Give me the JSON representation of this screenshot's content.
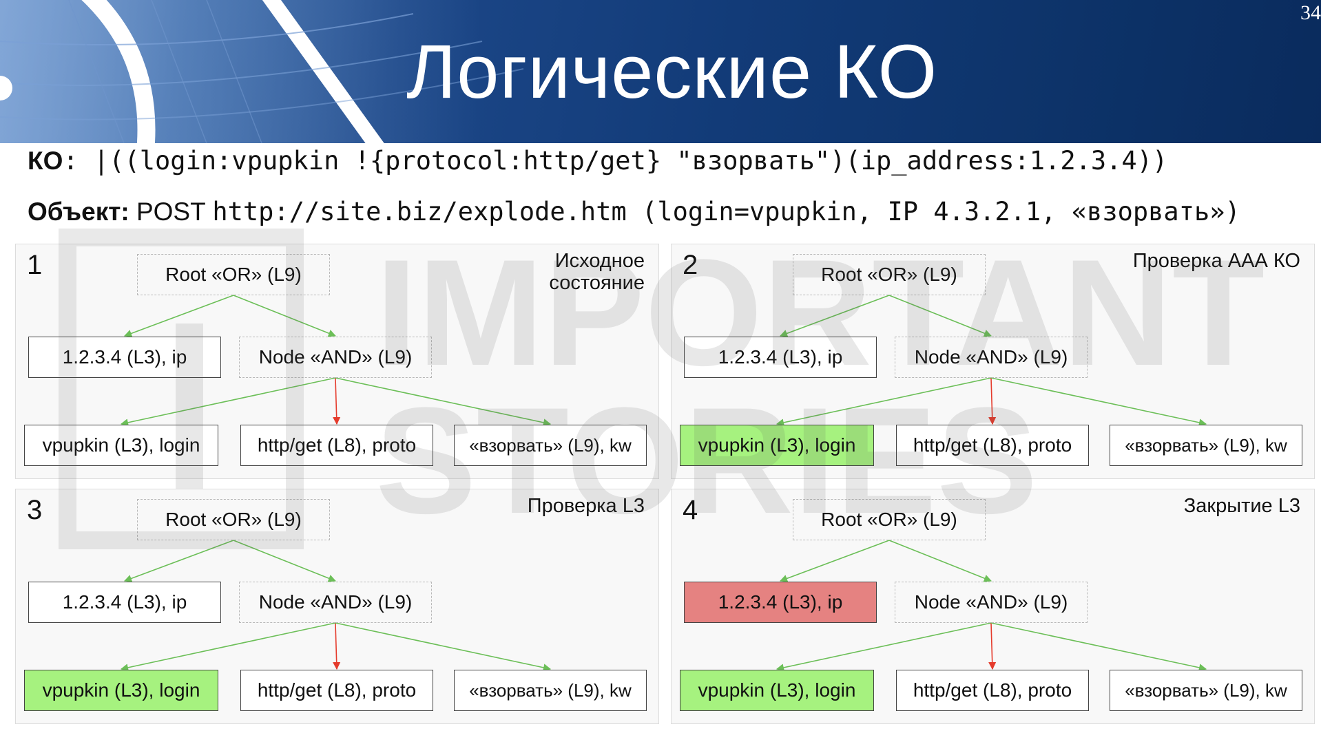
{
  "header": {
    "title": "Логические КО",
    "slide_number": "34"
  },
  "query": {
    "ko_label": "КО",
    "ko_sep": ":",
    "ko_expr": " |((login:vpupkin !{protocol:http/get} \"взорвать\")(ip_address:1.2.3.4))",
    "object_label": "Объект:",
    "object_method": " POST ",
    "object_rest": "http://site.biz/explode.htm (login=vpupkin, IP 4.3.2.1, «взорвать»)"
  },
  "watermark": {
    "line1": "IMPORTANT",
    "line2": "STORIES"
  },
  "panels": [
    {
      "number": "1",
      "caption": "Исходное\nсостояние",
      "nodes": {
        "root": "Root «OR» (L9)",
        "ip": "1.2.3.4 (L3), ip",
        "and": "Node «AND» (L9)",
        "login": "vpupkin (L3), login",
        "proto": "http/get (L8), proto",
        "kw": "«взорвать» (L9), kw"
      },
      "states": {
        "ip": "none",
        "login": "none"
      }
    },
    {
      "number": "2",
      "caption": "Проверка ААА КО",
      "nodes": {
        "root": "Root «OR» (L9)",
        "ip": "1.2.3.4 (L3), ip",
        "and": "Node «AND» (L9)",
        "login": "vpupkin (L3), login",
        "proto": "http/get (L8), proto",
        "kw": "«взорвать» (L9), kw"
      },
      "states": {
        "ip": "none",
        "login": "matched"
      }
    },
    {
      "number": "3",
      "caption": "Проверка L3",
      "nodes": {
        "root": "Root «OR» (L9)",
        "ip": "1.2.3.4 (L3), ip",
        "and": "Node «AND» (L9)",
        "login": "vpupkin (L3), login",
        "proto": "http/get (L8), proto",
        "kw": "«взорвать» (L9), kw"
      },
      "states": {
        "ip": "none",
        "login": "matched"
      }
    },
    {
      "number": "4",
      "caption": "Закрытие L3",
      "nodes": {
        "root": "Root «OR» (L9)",
        "ip": "1.2.3.4 (L3), ip",
        "and": "Node «AND» (L9)",
        "login": "vpupkin (L3), login",
        "proto": "http/get (L8), proto",
        "kw": "«взорвать» (L9), kw"
      },
      "states": {
        "ip": "failed",
        "login": "matched"
      }
    }
  ],
  "colors": {
    "matched": "#a6f27f",
    "failed": "#e58281",
    "edge": "#6cbf58",
    "negated_edge": "#e53b2c"
  }
}
